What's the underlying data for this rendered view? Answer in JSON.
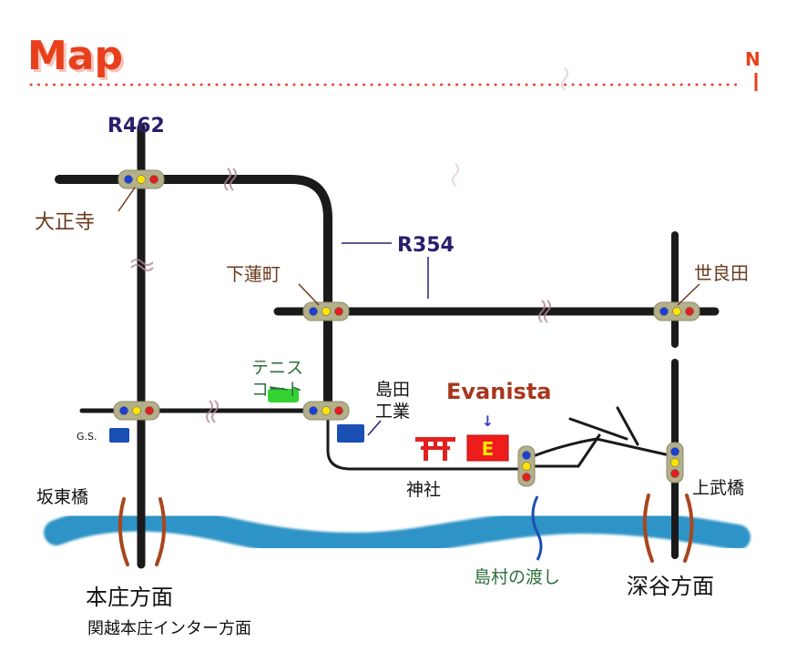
{
  "title": "Map",
  "compass": {
    "label": "N"
  },
  "colors": {
    "title": "#e8401c",
    "dots": "#e64a3a",
    "road": "#1a1a1a",
    "road_label": "#2a1e6e",
    "place_label": "#6b3a1e",
    "black_label": "#111111",
    "green_label": "#2e6e3a",
    "river": "#2f93c6",
    "bridge": "#a8461e",
    "signal_body": "#b3b08a",
    "evanista": "#a8361e",
    "shop_box": "#ee1c1c",
    "shop_letter": "#ffe400",
    "torii": "#e21f1f",
    "tennis": "#33d133",
    "building": "#1a4fb3",
    "ferry": "#1a4fb3"
  },
  "roads": {
    "r462": "R462",
    "r354": "R354"
  },
  "places": {
    "taishoji": "大正寺",
    "shimohasu": "下蓮町",
    "serada": "世良田",
    "tennis_line1": "テニス",
    "tennis_line2": "コート",
    "shimada_line1": "島田",
    "shimada_line2": "工業",
    "gs": "G.S.",
    "shrine": "神社",
    "bando": "坂東橋",
    "kamitake": "上武橋",
    "ferry": "島村の渡し",
    "honjo": "本庄方面",
    "kanetsu": "関越本庄インター方面",
    "fukaya": "深谷方面"
  },
  "shop": {
    "name": "Evanista",
    "letter": "E",
    "arrow": "↓"
  }
}
